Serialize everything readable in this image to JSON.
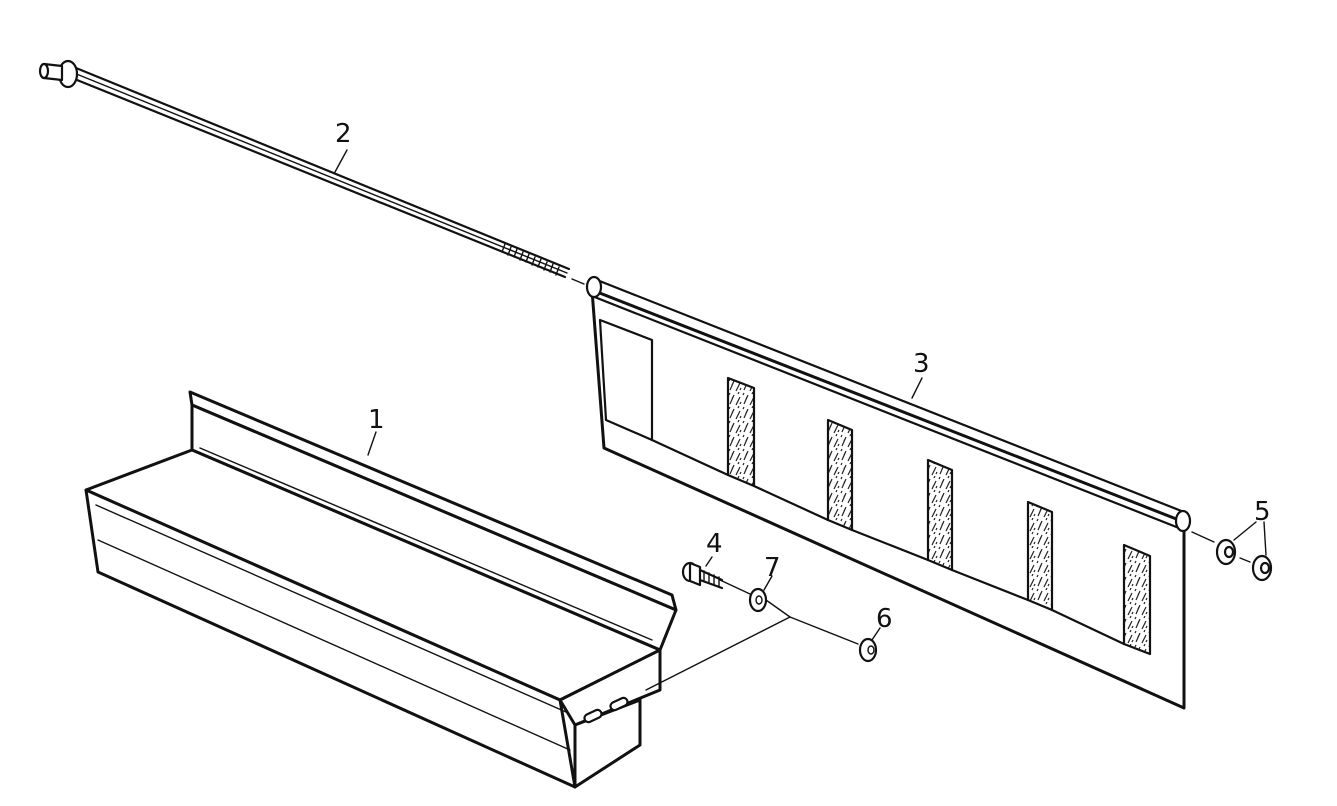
{
  "diagram": {
    "callouts": {
      "part1": "1",
      "part2": "2",
      "part3": "3",
      "part4": "4",
      "part5": "5",
      "part6": "6",
      "part7": "7"
    }
  }
}
